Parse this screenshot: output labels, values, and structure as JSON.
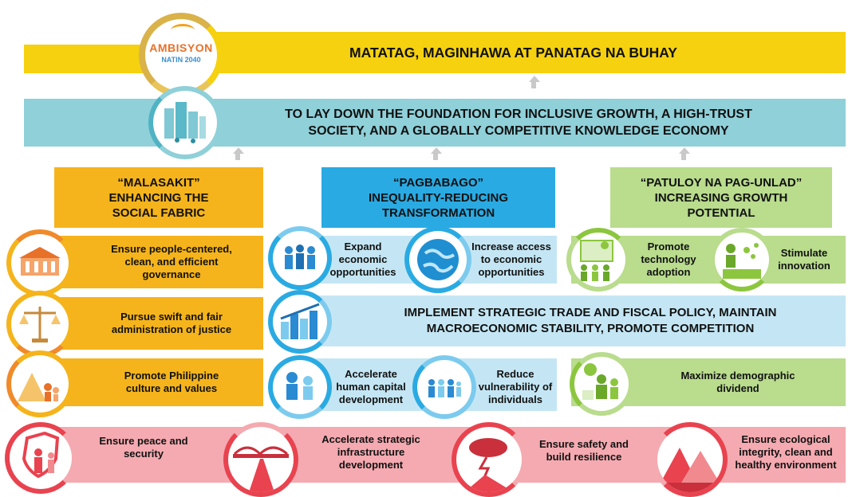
{
  "logo": {
    "brand": "AMBISYON",
    "sub": "NATIN 2040"
  },
  "vision": {
    "text": "MATATAG, MAGINHAWA AT PANATAG NA BUHAY"
  },
  "goal": {
    "line1": "TO LAY DOWN THE FOUNDATION FOR INCLUSIVE GROWTH, A HIGH-TRUST",
    "line2": "SOCIETY, AND A GLOBALLY COMPETITIVE KNOWLEDGE ECONOMY"
  },
  "pillars": [
    {
      "line1": "“MALASAKIT”",
      "line2": "ENHANCING THE",
      "line3": "SOCIAL FABRIC"
    },
    {
      "line1": "“PAGBABAGO”",
      "line2": "INEQUALITY-REDUCING",
      "line3": "TRANSFORMATION"
    },
    {
      "line1": "“PATULOY NA PAG-UNLAD”",
      "line2": "INCREASING GROWTH",
      "line3": "POTENTIAL"
    }
  ],
  "malasakit": [
    {
      "line1": "Ensure people-centered,",
      "line2": "clean, and efficient",
      "line3": "governance"
    },
    {
      "line1": "Pursue swift and fair",
      "line2": "administration of justice"
    },
    {
      "line1": "Promote Philippine",
      "line2": "culture and values"
    }
  ],
  "pagbabago": [
    {
      "line1": "Expand",
      "line2": "economic",
      "line3": "opportunities"
    },
    {
      "line1": "Increase access",
      "line2": "to economic",
      "line3": "opportunities"
    },
    {
      "line1": "Accelerate",
      "line2": "human capital",
      "line3": "development"
    },
    {
      "line1": "Reduce",
      "line2": "vulnerability of",
      "line3": "individuals"
    }
  ],
  "patuloy": [
    {
      "line1": "Promote",
      "line2": "technology",
      "line3": "adoption"
    },
    {
      "line1": "Stimulate",
      "line2": "innovation"
    },
    {
      "line1": "Maximize demographic",
      "line2": "dividend"
    }
  ],
  "macro": {
    "line1": "IMPLEMENT STRATEGIC TRADE AND FISCAL POLICY, MAINTAIN",
    "line2": "MACROECONOMIC STABILITY, PROMOTE COMPETITION"
  },
  "foundation": [
    {
      "line1": "Ensure peace and",
      "line2": "security"
    },
    {
      "line1": "Accelerate strategic",
      "line2": "infrastructure",
      "line3": "development"
    },
    {
      "line1": "Ensure safety and",
      "line2": "build resilience"
    },
    {
      "line1": "Ensure ecological",
      "line2": "integrity, clean and",
      "line3": "healthy environment"
    }
  ],
  "colors": {
    "yellow": "#f5d10f",
    "teal": "#8fd0d9",
    "orange": "#f5b41c",
    "blue": "#2aaae2",
    "lightblue": "#c4e6f4",
    "green": "#b9dc8d",
    "pink": "#f4aab0"
  }
}
